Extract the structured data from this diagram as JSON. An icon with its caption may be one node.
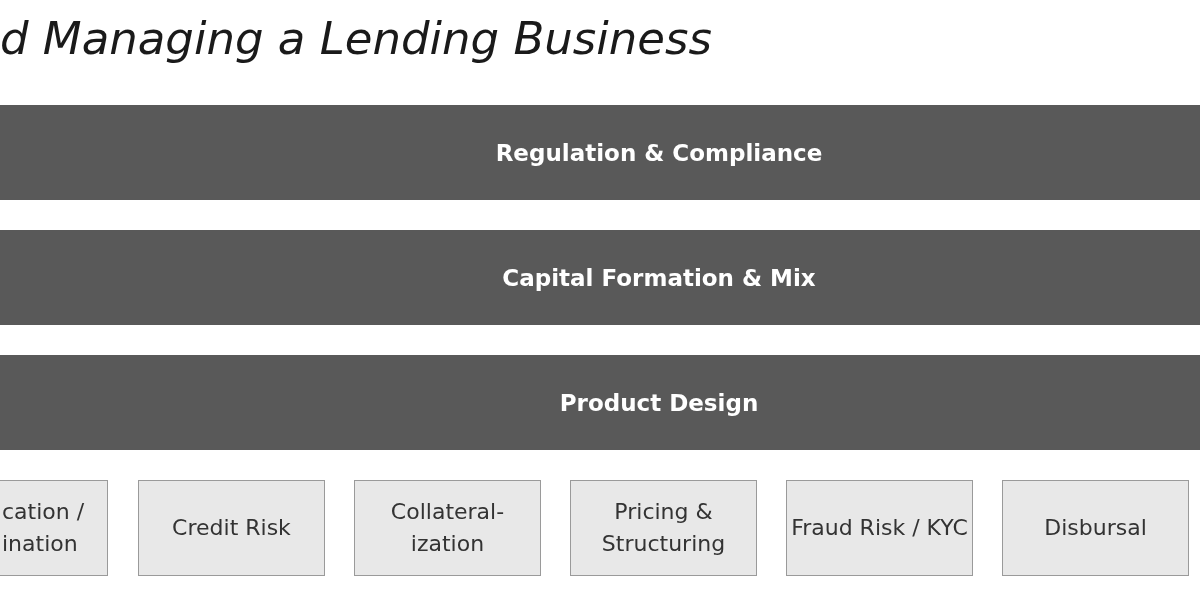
{
  "diagram": {
    "title": "d Managing a Lending Business",
    "nodes": [
      {
        "text": [
          "Regulation & Compliance"
        ]
      },
      {
        "text": [
          "Capital Formation & Mix"
        ]
      },
      {
        "text": [
          "Product Design"
        ]
      },
      {
        "text": [
          "cation / ination"
        ]
      },
      {
        "text": [
          "Credit Risk"
        ]
      },
      {
        "text": [
          "Collateral- ization"
        ]
      },
      {
        "text": [
          "Pricing & Structuring"
        ]
      },
      {
        "text": [
          "Fraud Risk / KYC"
        ]
      },
      {
        "text": [
          "Disbursal"
        ]
      }
    ]
  }
}
